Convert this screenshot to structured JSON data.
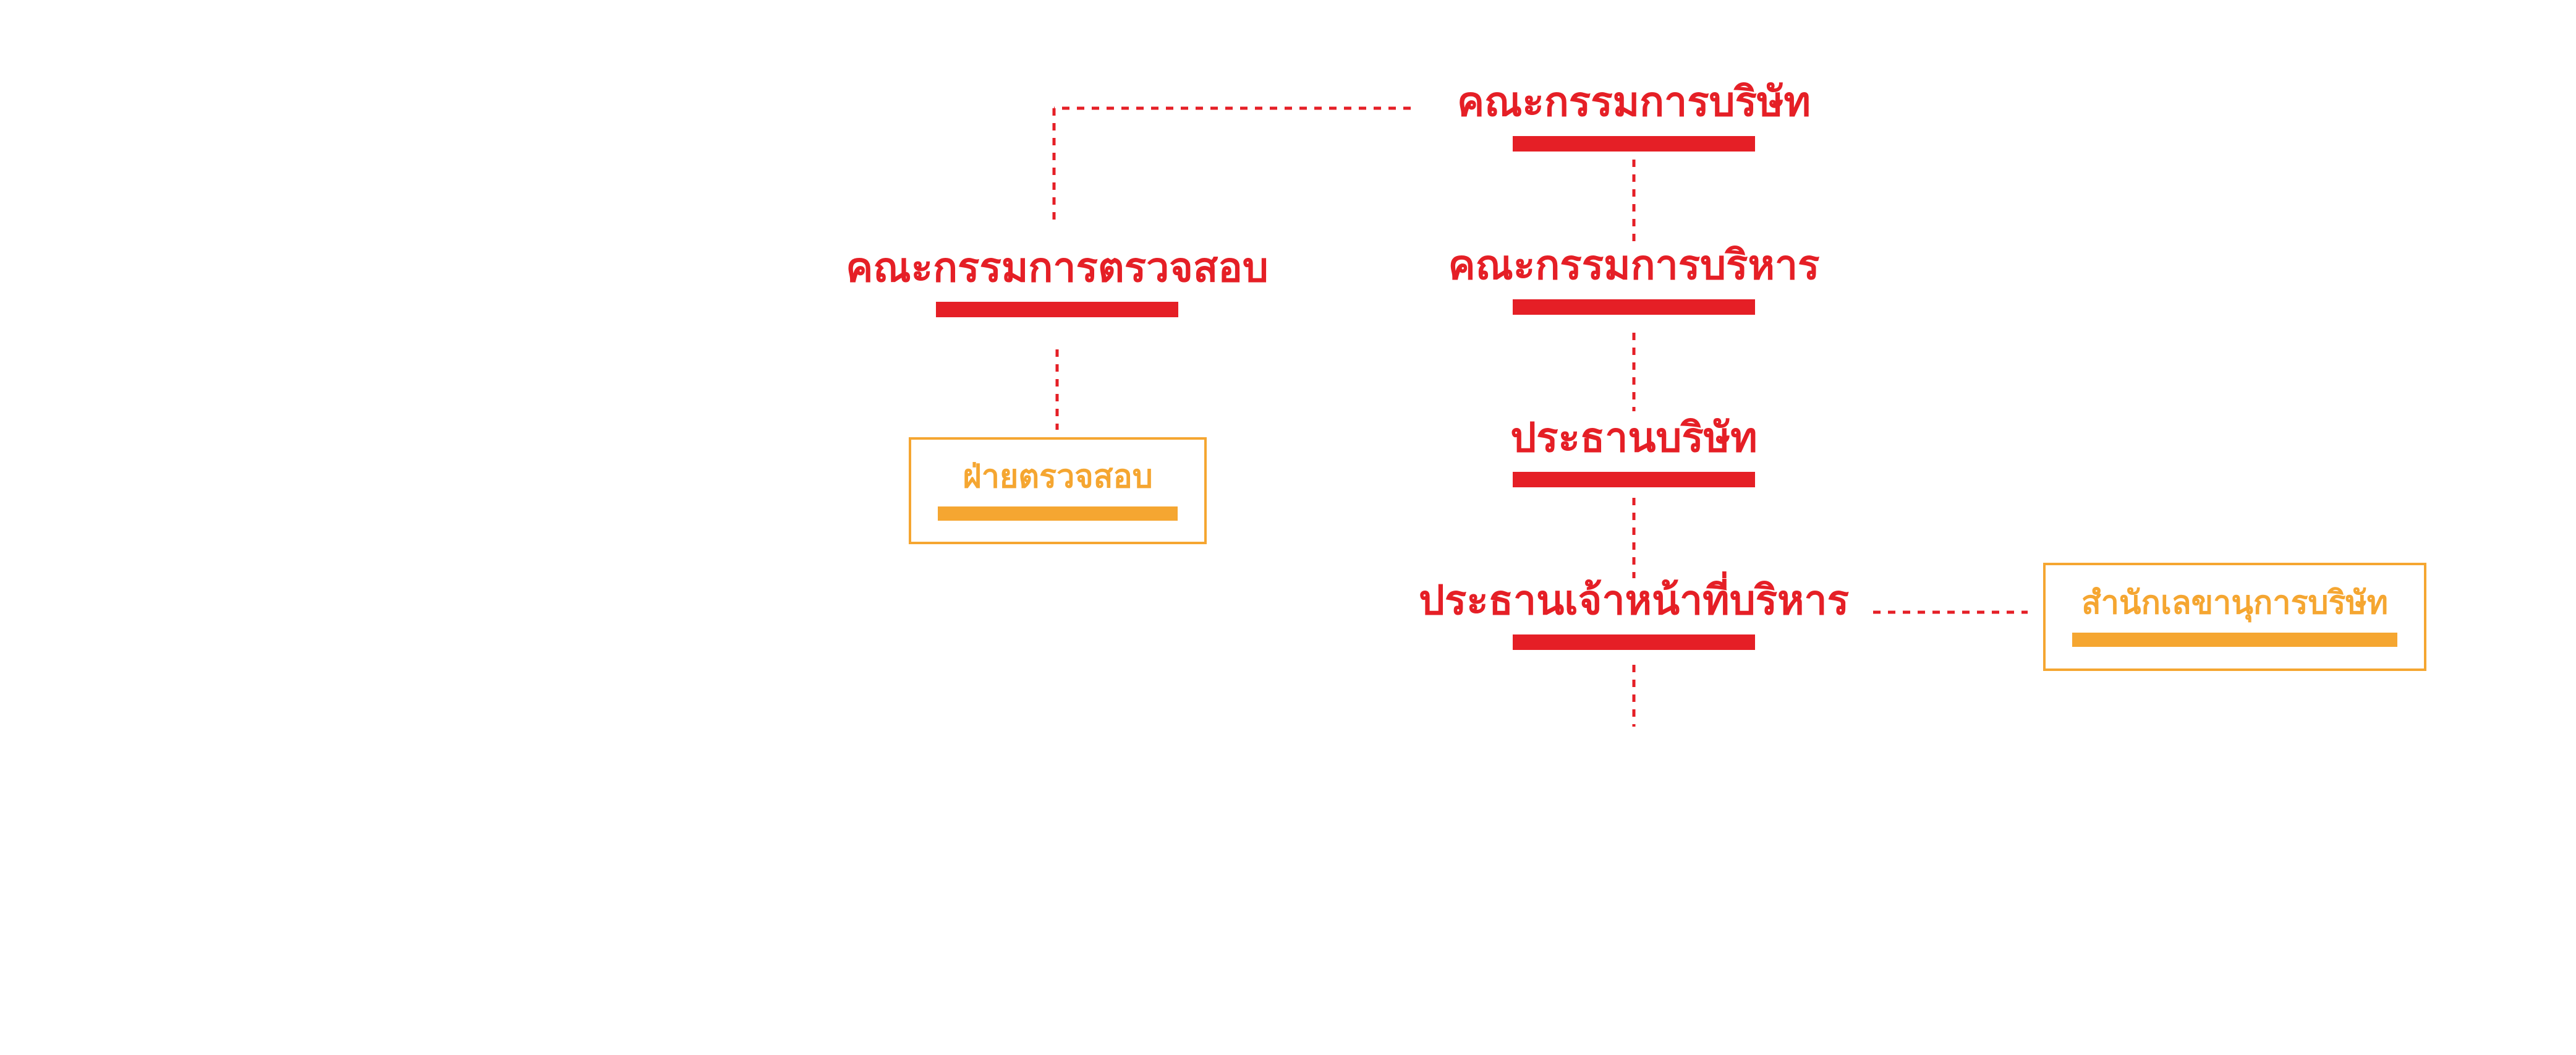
{
  "colors": {
    "primary_red": "#e51f26",
    "secondary_orange": "#f5a631",
    "background": "#ffffff"
  },
  "org_chart": {
    "board": "คณะกรรมการบริษัท",
    "audit_committee": "คณะกรรมการตรวจสอบ",
    "audit_department": "ฝ่ายตรวจสอบ",
    "executive_committee": "คณะกรรมการบริหาร",
    "chairman": "ประธานบริษัท",
    "ceo": "ประธานเจ้าหน้าที่บริหาร",
    "corporate_secretary_office": "สำนักเลขานุการบริษัท"
  }
}
